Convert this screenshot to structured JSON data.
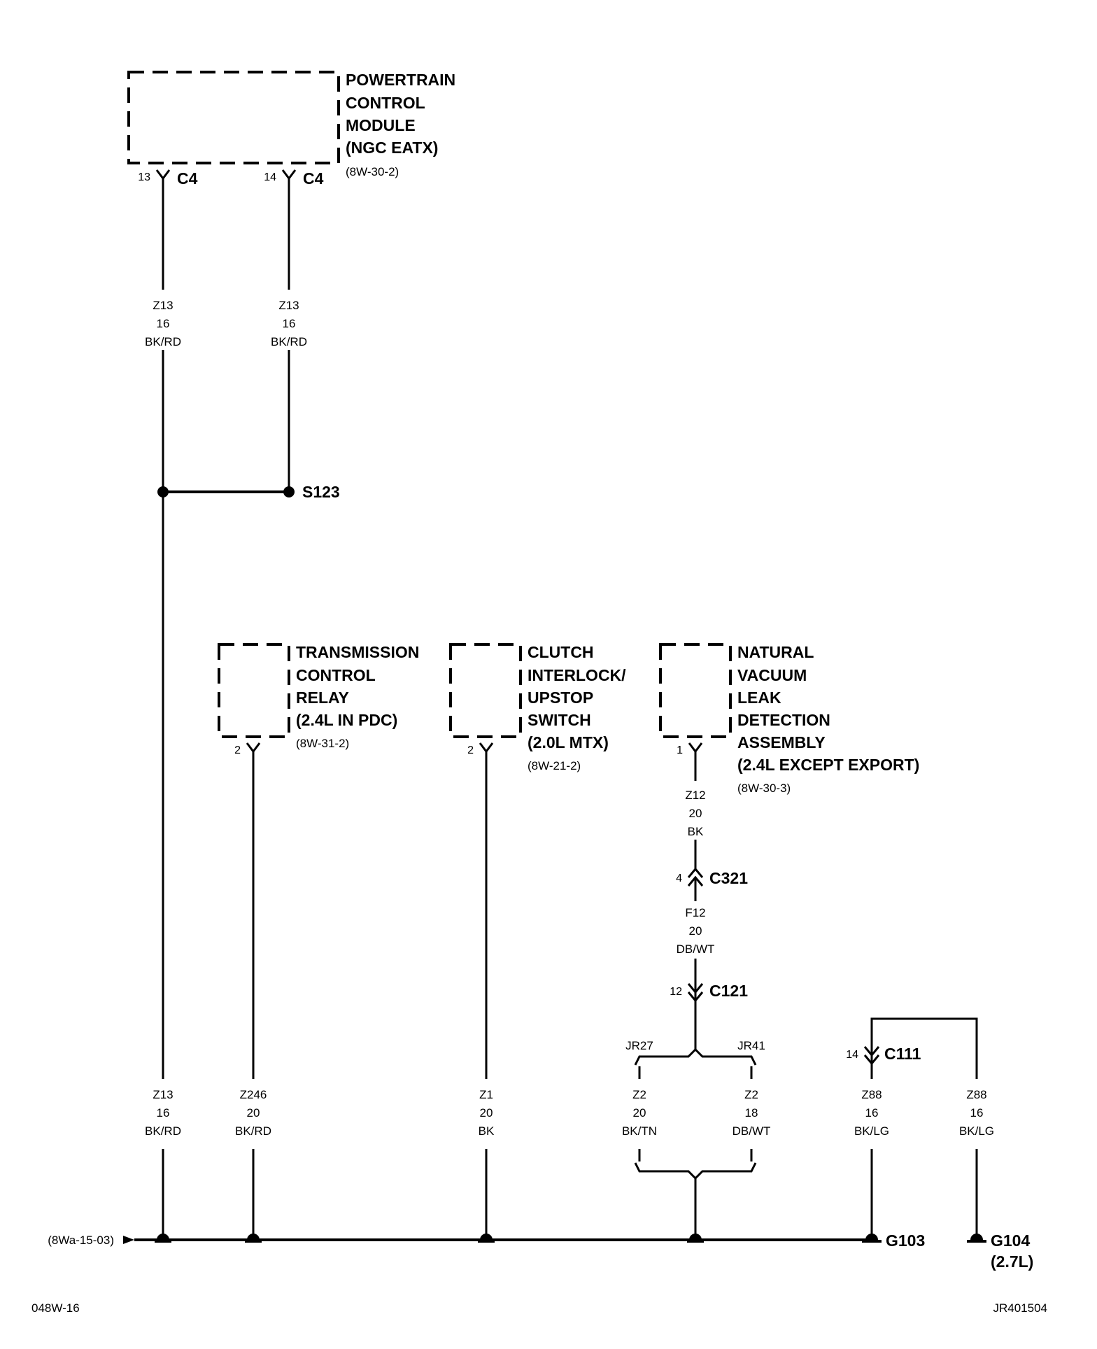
{
  "pcm": {
    "name_lines": [
      "POWERTRAIN",
      "CONTROL",
      "MODULE",
      "(NGC EATX)"
    ],
    "ref": "(8W-30-2)",
    "pin_a": "13",
    "pin_b": "14",
    "connector": "C4"
  },
  "splice": "S123",
  "tcr": {
    "name_lines": [
      "TRANSMISSION",
      "CONTROL",
      "RELAY",
      "(2.4L IN PDC)"
    ],
    "ref": "(8W-31-2)",
    "pin": "2"
  },
  "clutch": {
    "name_lines": [
      "CLUTCH",
      "INTERLOCK/",
      "UPSTOP",
      "SWITCH",
      "(2.0L MTX)"
    ],
    "ref": "(8W-21-2)",
    "pin": "2"
  },
  "nvld": {
    "name_lines": [
      "NATURAL",
      "VACUUM",
      "LEAK",
      "DETECTION",
      "ASSEMBLY",
      "(2.4L EXCEPT EXPORT)"
    ],
    "ref": "(8W-30-3)",
    "pin": "1"
  },
  "wires": {
    "pcm_left": [
      "Z13",
      "16",
      "BK/RD"
    ],
    "pcm_right": [
      "Z13",
      "16",
      "BK/RD"
    ],
    "z13_bottom": [
      "Z13",
      "16",
      "BK/RD"
    ],
    "z246": [
      "Z246",
      "20",
      "BK/RD"
    ],
    "z1": [
      "Z1",
      "20",
      "BK"
    ],
    "z12": [
      "Z12",
      "20",
      "BK"
    ],
    "f12": [
      "F12",
      "20",
      "DB/WT"
    ],
    "z2_left": [
      "Z2",
      "20",
      "BK/TN"
    ],
    "z2_right": [
      "Z2",
      "18",
      "DB/WT"
    ],
    "z88_left": [
      "Z88",
      "16",
      "BK/LG"
    ],
    "z88_right": [
      "Z88",
      "16",
      "BK/LG"
    ]
  },
  "c321": {
    "pin": "4",
    "name": "C321"
  },
  "c121": {
    "pin": "12",
    "name": "C121"
  },
  "c111": {
    "pin": "14",
    "name": "C111"
  },
  "jr27": "JR27",
  "jr41": "JR41",
  "g103": "G103",
  "g104": {
    "name": "G104",
    "note": "(2.7L)"
  },
  "offpage": "(8Wa-15-03)",
  "footer_left": "048W-16",
  "footer_right": "JR401504"
}
